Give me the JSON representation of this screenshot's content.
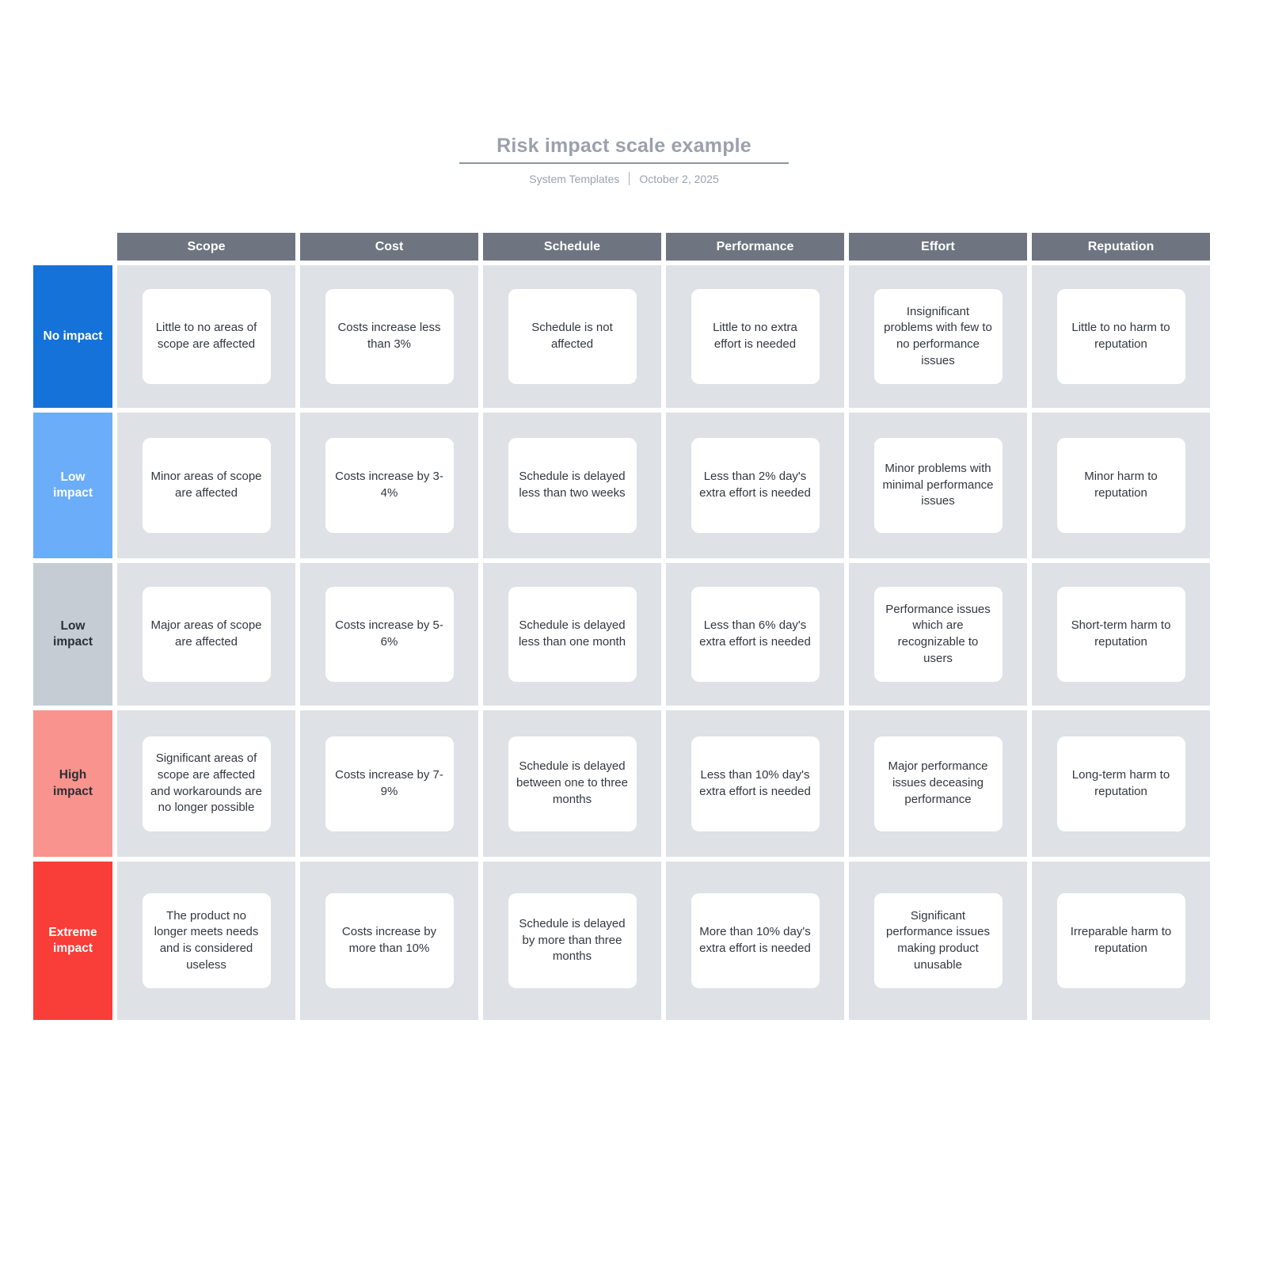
{
  "header": {
    "title": "Risk impact scale example",
    "subtitle_left": "System Templates",
    "subtitle_right": "October 2, 2025"
  },
  "table": {
    "columns": [
      "Scope",
      "Cost",
      "Schedule",
      "Performance",
      "Effort",
      "Reputation"
    ],
    "rows": [
      {
        "label": "No impact",
        "bg": "#1472D8",
        "fg": "#FFFFFF",
        "cells": [
          "Little to no areas of scope are affected",
          "Costs increase less than 3%",
          "Schedule is not affected",
          "Little to no extra effort is needed",
          "Insignificant problems with few to no performance issues",
          "Little to no harm to reputation"
        ]
      },
      {
        "label": "Low impact",
        "bg": "#6BADF8",
        "fg": "#FFFFFF",
        "cells": [
          "Minor areas of scope are affected",
          "Costs increase by 3-4%",
          "Schedule is delayed less than two weeks",
          "Less than 2% day's extra effort is needed",
          "Minor problems with minimal performance issues",
          "Minor harm to reputation"
        ]
      },
      {
        "label": "Low impact",
        "bg": "#C5CCD4",
        "fg": "#2B2F35",
        "cells": [
          "Major areas of scope are affected",
          "Costs increase by 5-6%",
          "Schedule is delayed less than one month",
          "Less than 6% day's extra effort is needed",
          "Performance issues which are recognizable to users",
          "Short-term harm to reputation"
        ]
      },
      {
        "label": "High impact",
        "bg": "#F8938E",
        "fg": "#2B2F35",
        "cells": [
          "Significant areas of scope are affected and workarounds are no longer possible",
          "Costs increase by 7-9%",
          "Schedule is delayed between one to three months",
          "Less than 10% day's extra effort is needed",
          "Major performance issues deceasing performance",
          "Long-term harm to reputation"
        ]
      },
      {
        "label": "Extreme impact",
        "bg": "#F93D38",
        "fg": "#FFFFFF",
        "cells": [
          "The product no longer meets needs and is considered useless",
          "Costs increase by more than 10%",
          "Schedule is delayed by more than three months",
          "More than 10% day's extra effort is needed",
          "Significant performance issues making product unusable",
          "Irreparable harm to reputation"
        ]
      }
    ]
  },
  "colors": {
    "header_bg": "#6E7580",
    "header_fg": "#FFFFFF",
    "cell_bg": "#DEE1E5",
    "card_bg": "#FFFFFF",
    "card_text": "#33373D",
    "title_text": "#9AA1AD",
    "title_rule": "#8C97A4",
    "subtitle_text": "#98A3AF"
  }
}
